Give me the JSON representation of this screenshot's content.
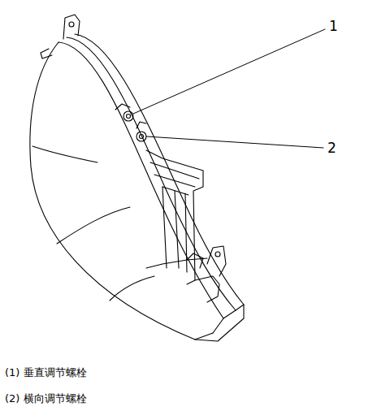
{
  "diagram": {
    "labels": [
      "1",
      "2",
      "(1) 垂直调节螺栓",
      "(2) 横向调节螺栓"
    ]
  }
}
